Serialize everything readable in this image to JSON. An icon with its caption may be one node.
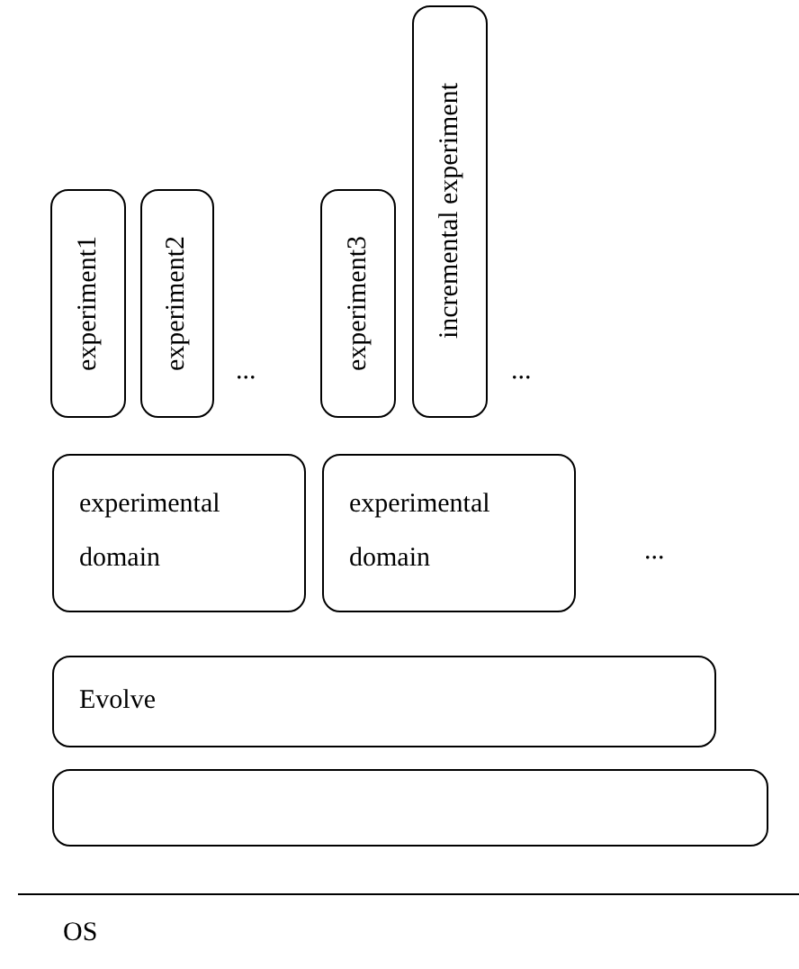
{
  "diagram": {
    "nodes": [
      {
        "text": [
          "experiment1"
        ]
      },
      {
        "text": [
          "experiment2"
        ]
      },
      {
        "text": [
          "experiment3"
        ]
      },
      {
        "text": [
          "incremental experiment"
        ]
      },
      {
        "text": [
          "experimental domain"
        ]
      },
      {
        "text": [
          "experimental domain"
        ]
      },
      {
        "text": [
          "Evolve"
        ]
      },
      {
        "text": [],
        "shape": "box"
      }
    ],
    "labels": [
      "...",
      "...",
      "...",
      "OS"
    ]
  }
}
